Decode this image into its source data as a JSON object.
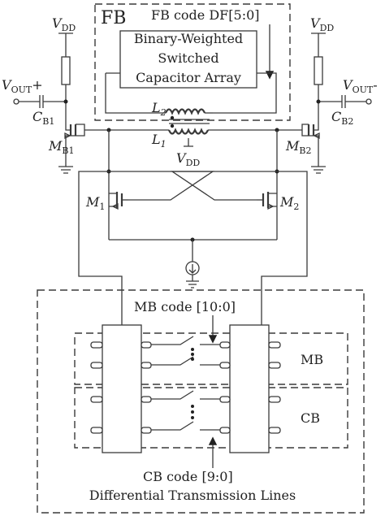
{
  "fb": {
    "title": "FB",
    "code": "FB code DF[5:0]",
    "array_line1": "Binary-Weighted",
    "array_line2": "Switched",
    "array_line3": "Capacitor Array"
  },
  "supplies": {
    "vdd_main": "DD",
    "vdd_left": "DD",
    "vdd_right": "DD",
    "v_letter": "V"
  },
  "ports": {
    "vout_plus_main": "V",
    "vout_plus_sub": "OUT",
    "vout_plus_sign": "+",
    "vout_minus_main": "V",
    "vout_minus_sub": "OUT",
    "vout_minus_sign": "-"
  },
  "components": {
    "cb1_main": "C",
    "cb1_sub": "B1",
    "cb2_main": "C",
    "cb2_sub": "B2",
    "mb1_main": "M",
    "mb1_sub": "B1",
    "mb2_main": "M",
    "mb2_sub": "B2",
    "m1_main": "M",
    "m1_sub": "1",
    "m2_main": "M",
    "m2_sub": "2",
    "l1_main": "L",
    "l1_sub": "1",
    "l2_main": "L",
    "l2_sub": "2"
  },
  "tline": {
    "mb_code": "MB code [10:0]",
    "mb_label": "MB",
    "cb_label": "CB",
    "cb_code": "CB code [9:0]",
    "caption": "Differential Transmission Lines"
  }
}
